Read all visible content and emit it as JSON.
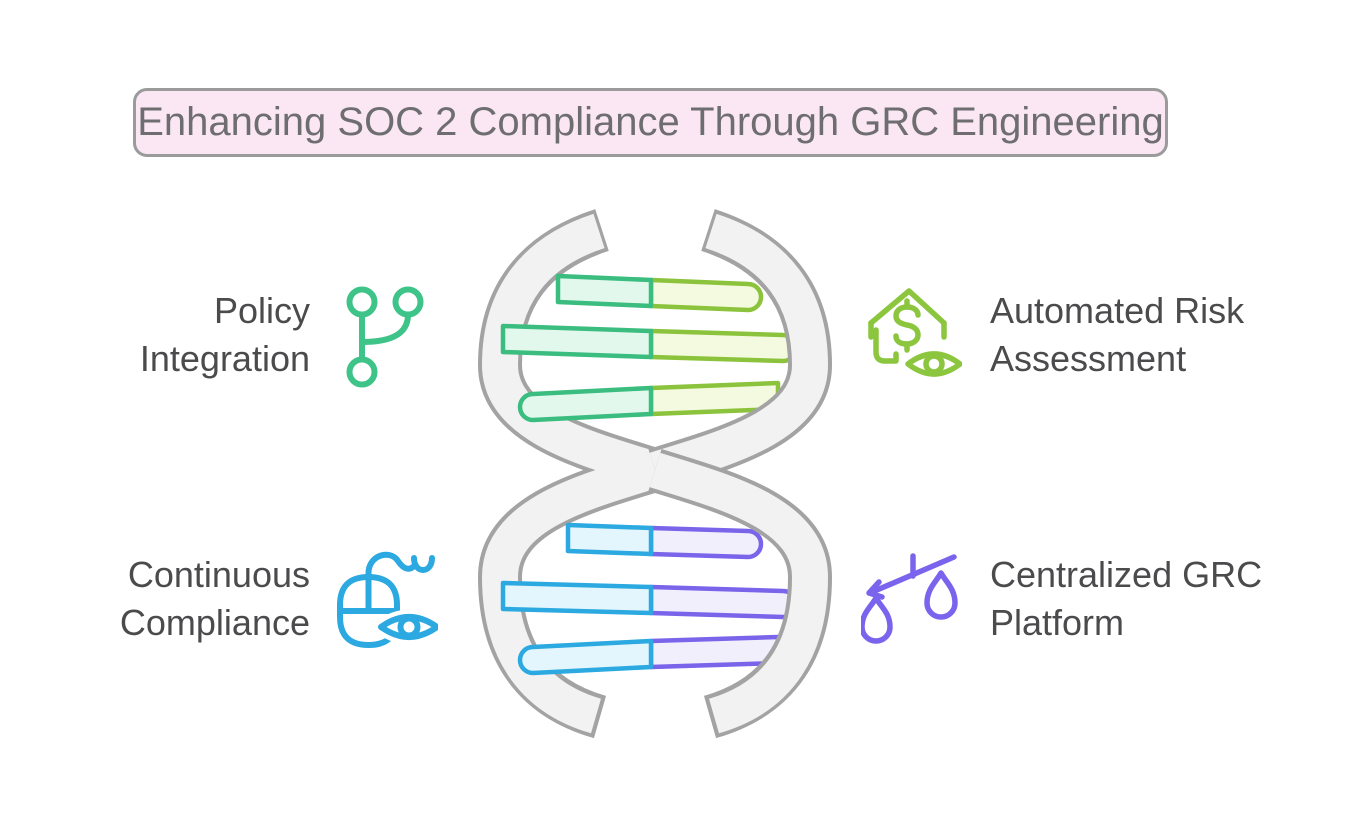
{
  "title": {
    "text": "Enhancing SOC 2 Compliance Through GRC Engineering"
  },
  "items": [
    {
      "label_lines": [
        "Policy",
        "Integration"
      ],
      "icon": "git-branch-icon",
      "position": "top-left"
    },
    {
      "label_lines": [
        "Automated Risk",
        "Assessment"
      ],
      "icon": "house-dollar-eye-icon",
      "position": "top-right"
    },
    {
      "label_lines": [
        "Continuous",
        "Compliance"
      ],
      "icon": "mouse-eye-icon",
      "position": "bottom-left"
    },
    {
      "label_lines": [
        "Centralized GRC",
        "Platform"
      ],
      "icon": "scales-icon",
      "position": "bottom-right"
    }
  ],
  "helix": {
    "description": "DNA double helix",
    "rung_pairs_top": [
      "green",
      "olive"
    ],
    "rung_pairs_bottom": [
      "blue",
      "purple"
    ],
    "rung_count": 6
  },
  "colors": {
    "title-bg": "#FBE7F4",
    "title-border": "#9B9B9B",
    "title-text": "#6E6E71",
    "label-text": "#4B4B4D",
    "green": "#3BBD80",
    "green-fill": "#E3F8ED",
    "olive": "#8CC33C",
    "olive-fill": "#F4FADF",
    "blue": "#2BA9E0",
    "blue-fill": "#E4F6FD",
    "purple": "#7A64EA",
    "purple-fill": "#F1EFFC",
    "icon-green": "#3EC389",
    "icon-olive": "#8CC63F",
    "icon-blue": "#2BA9E0",
    "icon-purple": "#7A64ED",
    "ribbon-stroke": "#A3A3A3",
    "ribbon-fill": "#F2F2F2"
  }
}
